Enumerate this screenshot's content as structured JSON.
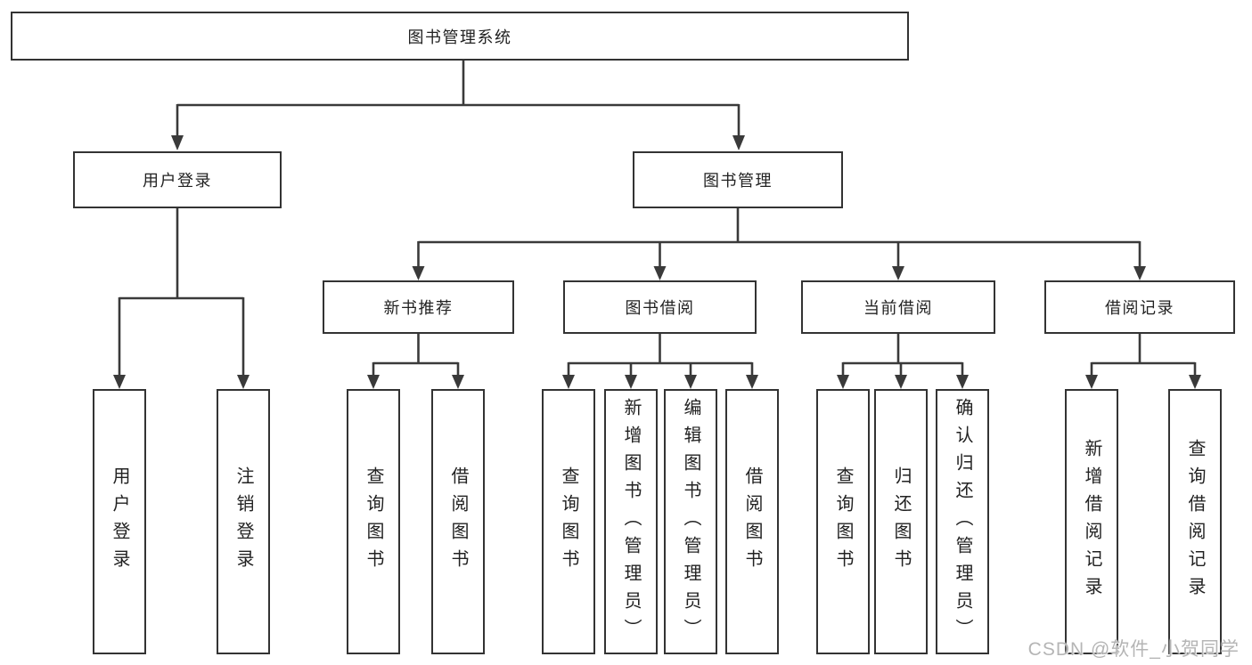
{
  "tree": {
    "label": "图书管理系统",
    "children": [
      {
        "label": "用户登录",
        "children": [
          {
            "label": "用户登录"
          },
          {
            "label": "注销登录"
          }
        ]
      },
      {
        "label": "图书管理",
        "children": [
          {
            "label": "新书推荐",
            "children": [
              {
                "label": "查询图书"
              },
              {
                "label": "借阅图书"
              }
            ]
          },
          {
            "label": "图书借阅",
            "children": [
              {
                "label": "查询图书"
              },
              {
                "label": "新增图书（管理员）"
              },
              {
                "label": "编辑图书（管理员）"
              },
              {
                "label": "借阅图书"
              }
            ]
          },
          {
            "label": "当前借阅",
            "children": [
              {
                "label": "查询图书"
              },
              {
                "label": "归还图书"
              },
              {
                "label": "确认归还（管理员）"
              }
            ]
          },
          {
            "label": "借阅记录",
            "children": [
              {
                "label": "新增借阅记录"
              },
              {
                "label": "查询借阅记录"
              }
            ]
          }
        ]
      }
    ]
  },
  "watermark": "CSDN @软件_小贺同学",
  "colors": {
    "line": "#3a3a3a",
    "border": "#333333",
    "text": "#222222",
    "watermark": "#b5b5b5",
    "background": "#ffffff"
  }
}
